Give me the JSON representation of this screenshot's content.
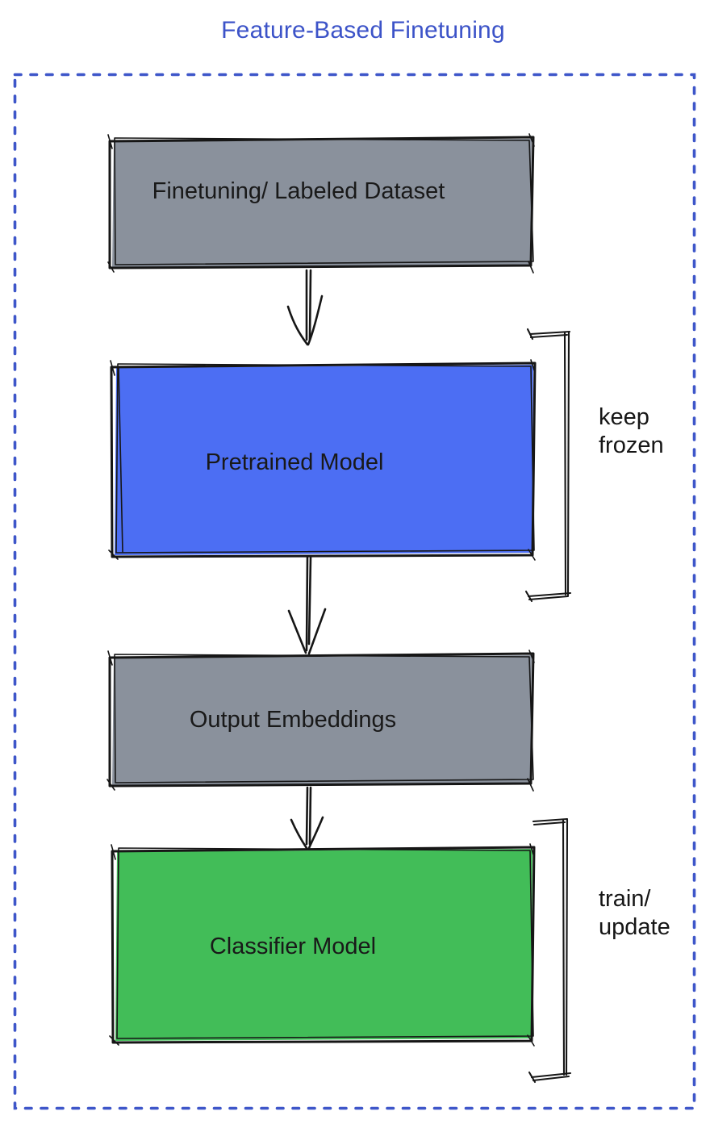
{
  "diagram": {
    "title": "Feature-Based Finetuning",
    "nodes": {
      "dataset": {
        "label": "Finetuning/ Labeled Dataset",
        "fill": "#8a919c"
      },
      "pretrained": {
        "label": "Pretrained Model",
        "fill": "#4c6ef3"
      },
      "embeddings": {
        "label": "Output Embeddings",
        "fill": "#8a919c"
      },
      "classifier": {
        "label": "Classifier Model",
        "fill": "#42bd58"
      }
    },
    "edges": [
      {
        "from": "dataset",
        "to": "pretrained"
      },
      {
        "from": "pretrained",
        "to": "embeddings"
      },
      {
        "from": "embeddings",
        "to": "classifier"
      }
    ],
    "annotations": {
      "keep_frozen": {
        "line1": "keep",
        "line2": "frozen"
      },
      "train_update": {
        "line1": "train/",
        "line2": "update"
      }
    },
    "colors": {
      "title": "#3c53c8",
      "dashed_border": "#3e56c9",
      "sketch_stroke": "#161616"
    }
  }
}
